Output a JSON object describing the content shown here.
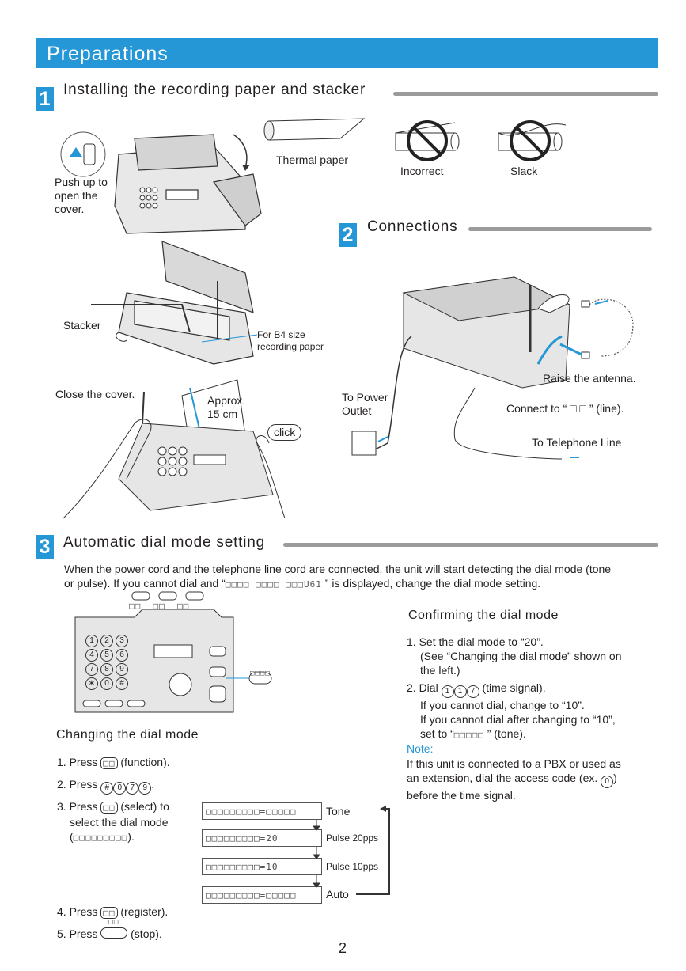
{
  "title": "Preparations",
  "sec1": {
    "num": "1",
    "heading": "Installing the recording paper and stacker",
    "push_up": [
      "Push up to",
      "open the",
      "cover."
    ],
    "thermal_paper": "Thermal paper",
    "incorrect": "Incorrect",
    "slack": "Slack",
    "stacker": "Stacker",
    "b4": [
      "For B4 size",
      "recording paper"
    ],
    "close_cover": "Close the cover.",
    "approx": [
      "Approx.",
      "15 cm"
    ],
    "click": "click"
  },
  "sec2": {
    "num": "2",
    "heading": "Connections",
    "raise_antenna": "Raise the antenna.",
    "power": [
      "To Power",
      "Outlet"
    ],
    "connect_line": "Connect to “ □ □ ” (line).",
    "telephone_line": "To Telephone Line"
  },
  "sec3": {
    "num": "3",
    "heading": "Automatic dial mode setting",
    "intro1": "When the power cord and the telephone line cord are connected, the unit will start detecting the dial mode (tone",
    "intro2_pre": "or pulse). If you cannot dial and “",
    "intro2_jp": "□□□□ □□□□ □□□U61",
    "intro2_post": " ” is displayed, change the dial mode setting.",
    "panel_btns": [
      "□□",
      "□□",
      "□□"
    ],
    "stop_label": "□□□□",
    "keypad": [
      "1",
      "2",
      "3",
      "4",
      "5",
      "6",
      "7",
      "8",
      "9",
      "∗",
      "0",
      "#"
    ],
    "changing": {
      "heading": "Changing the dial mode",
      "s1_pre": "1. Press ",
      "s1_key": "□□",
      "s1_post": " (function).",
      "s2_pre": "2. Press ",
      "s2_keys": [
        "#",
        "0",
        "7",
        "9"
      ],
      "s2_post": ".",
      "s3_pre": "3. Press ",
      "s3_key": "□□",
      "s3_post": "  (select) to",
      "s3_l2": "select the dial mode",
      "s3_l3_pre": "(",
      "s3_l3_jp": "□□□□□□□□□",
      "s3_l3_post": ").",
      "s4_pre": "4. Press ",
      "s4_key": "□□",
      "s4_post": " (register).",
      "s5_pre": "5. Press ",
      "s5_key_label": "□□□□",
      "s5_post": " (stop).",
      "displays": [
        {
          "lcd": "□□□□□□□□□=□□□□□",
          "label": "Tone"
        },
        {
          "lcd": "□□□□□□□□□=20",
          "label": "Pulse 20pps"
        },
        {
          "lcd": "□□□□□□□□□=10",
          "label": "Pulse 10pps"
        },
        {
          "lcd": "□□□□□□□□□=□□□□□",
          "label": "Auto"
        }
      ]
    },
    "confirming": {
      "heading": "Confirming the dial mode",
      "c1": [
        "1. Set the dial mode to “20”.",
        "(See “Changing the dial mode” shown on",
        "the left.)"
      ],
      "c2_pre": "2. Dial ",
      "c2_keys": [
        "1",
        "1",
        "7"
      ],
      "c2_post": " (time signal).",
      "c2_l2": "If you cannot dial, change to “10”.",
      "c2_l3": "If you cannot dial after changing to “10”,",
      "c2_l4_pre": "set to “",
      "c2_l4_jp": "□□□□□",
      "c2_l4_post": " ” (tone).",
      "note_title": "Note:",
      "note": [
        "If this unit is connected to a PBX or used as",
        "an extension, dial the access code (ex. "
      ],
      "note_key": "0",
      "note_end": ")",
      "note_l3": "before the time signal."
    }
  },
  "page_number": "2",
  "colors": {
    "accent": "#2596d6",
    "rule": "#9b9b9b",
    "text": "#231f20"
  }
}
